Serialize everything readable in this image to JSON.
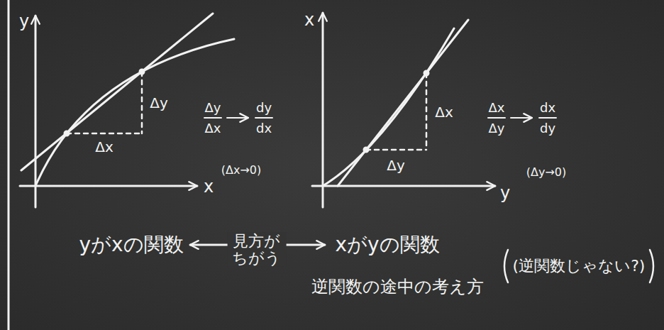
{
  "diagram": {
    "labels": [
      "y",
      "x",
      "Δy",
      "Δx",
      "Δy",
      "Δx",
      "dy",
      "dx",
      "(Δx→0)",
      "x",
      "y",
      "Δx",
      "Δy",
      "Δx",
      "Δy",
      "dx",
      "dy",
      "(Δy→0)",
      "yがxの関数",
      "見方が ちがう",
      "xがyの関数",
      "逆関数の途中の考え方",
      "(逆関数じゃない?)"
    ]
  }
}
